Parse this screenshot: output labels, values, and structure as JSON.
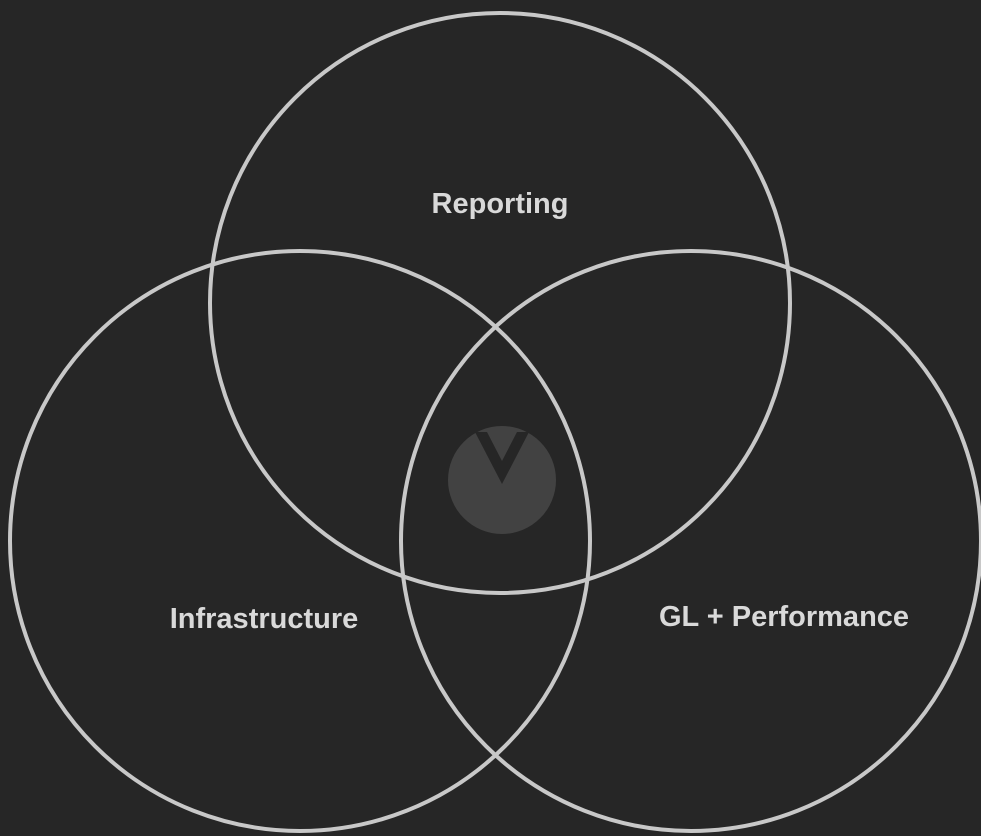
{
  "diagram": {
    "type": "venn",
    "sets": [
      {
        "id": "reporting",
        "label": "Reporting"
      },
      {
        "id": "infrastructure",
        "label": "Infrastructure"
      },
      {
        "id": "gl-performance",
        "label": "GL + Performance"
      }
    ],
    "center_logo": "v-logo-icon",
    "colors": {
      "background": "#262626",
      "circle_stroke": "#c8c8c8",
      "label_text": "#d9d9d9",
      "logo_disc": "#424242",
      "logo_mark": "#262626"
    }
  }
}
